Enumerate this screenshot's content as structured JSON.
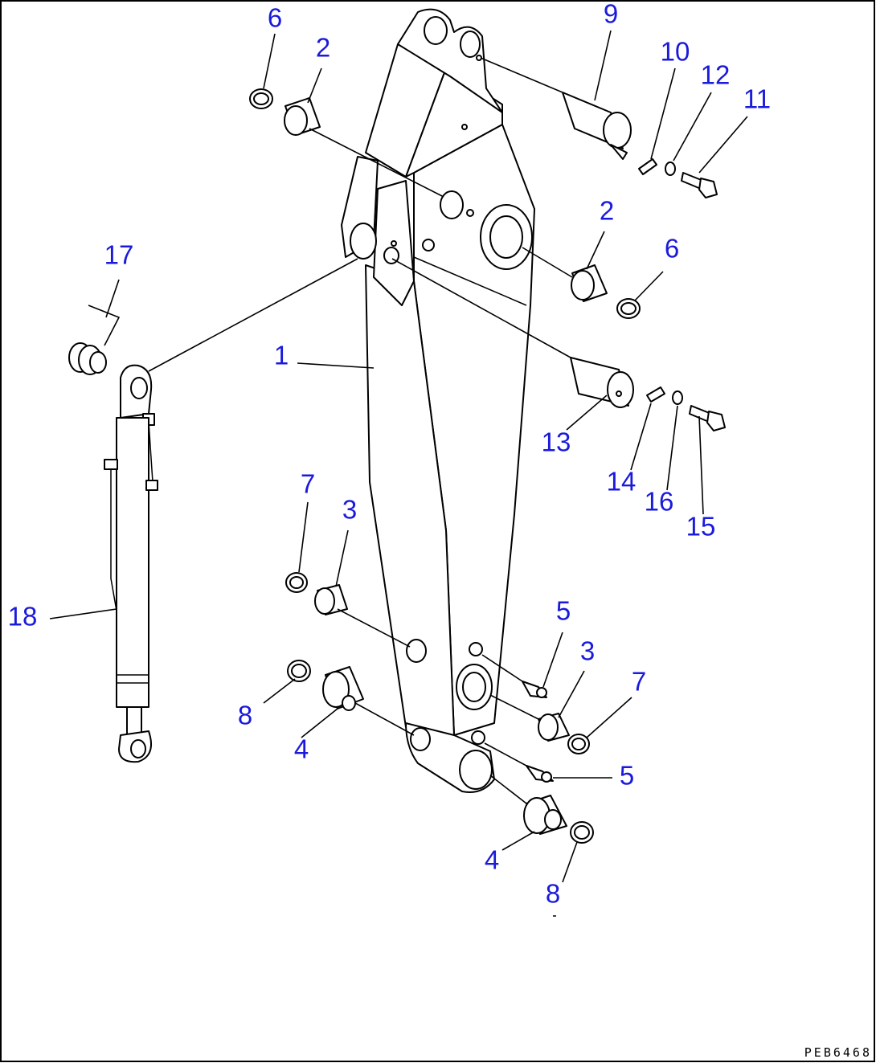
{
  "drawing_code": "PEB6468",
  "callouts": [
    "1",
    "2",
    "2",
    "3",
    "3",
    "4",
    "4",
    "5",
    "5",
    "6",
    "6",
    "7",
    "7",
    "8",
    "8",
    "9",
    "10",
    "11",
    "12",
    "13",
    "14",
    "15",
    "16",
    "17",
    "18"
  ],
  "colors": {
    "callout": "#1a1adc",
    "line": "#000000",
    "background": "#ffffff"
  }
}
